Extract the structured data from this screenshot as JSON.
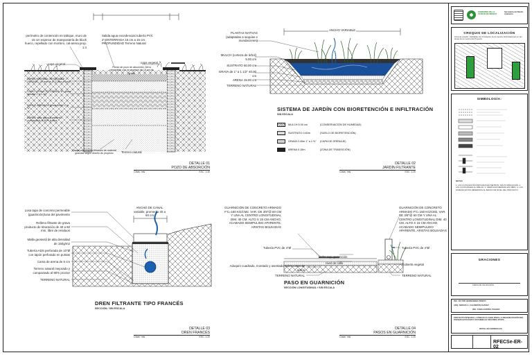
{
  "detail01": {
    "labels": {
      "perimetro": "perímetro de contención en tabique, muro de 15 cm espesor de mampostería de block hueco, repellado con mortero, cal-arena prop. 1:4",
      "salida": "Salida agua excedencias tubería PVC 2\" ENTERRADA 15 cm a 15 cm. PROFUNDIDAD Terreno Natural",
      "capa_vegetal_l": "capa vegetal",
      "capa_vegetal_r": "capa vegetal",
      "capa1": "CAPA 1 MATERIAL: VEGETABLE ORGANIC, 30 mm de Ø (2.5cm a 5cm)",
      "capa2": "CAPA 2 GRAVA TRITURADA: Ø+ grava tamaño 1\" a 1 1/2\"",
      "capa3": "CAPA 3: ARENA DE grava sílica ¼\" a ⅜\"",
      "capa4": "CAPA 4: sello arena y cemento compactado al 90% proctor",
      "center_note": "Fondo de pozo de absorción: tierra permeable con un espesor de 15 cm de grava",
      "in1": "CAPA 1",
      "in2": "CAPA 2",
      "in3": "CAPA 3",
      "in4": "CAPA 4",
      "capas_perm": "Capas permeables filtrantes de material granular según diseño de proyecto",
      "terreno": "Terreno natural"
    },
    "det_num": "DETALLE 01",
    "det_name": "POZO DE ABSORCIÓN",
    "cotas": "Cotas: mts",
    "esc": "ESC. 1:30"
  },
  "detail02": {
    "ancho": "ANCHO VARIABLE",
    "plantas": "PLANTAS NATIVAS (adaptadas a sequías e inundaciones)",
    "mulch": "MULCH (corteza de árbol) 5.00 cm",
    "sustrato": "SUSTRATO 60.00 cm",
    "grava": "GRAVA de 1\" a 1 1/2\" 40.00 cm",
    "arena": "ARENA 15.00 cm",
    "terreno": "TERRENO NATURAL",
    "title": "SISTEMA DE JARDÍN CON BIORETENCIÓN E INFILTRACIÓN",
    "subtitle": "SIN ESCALA",
    "legend": [
      {
        "name": "MULCH 5.00 cm",
        "desc": "(CONSERVACIÓN DE HUMEDAD)"
      },
      {
        "name": "SUSTRATO 0.60m",
        "desc": "(SUELO DE BIORETENCIÓN)"
      },
      {
        "name": "GRAVA 0.40m 1\" a 1 ½\"",
        "desc": "(CAPA DE DRENAJE)"
      },
      {
        "name": "ARENA 0.15m",
        "desc": "(ZONA DE TRANSICIÓN)"
      }
    ],
    "det_num": "DETALLE 02",
    "det_name": "JARDÍN FILTRANTE",
    "cotas": "Cotas: mts",
    "esc": "ESC. 1:20"
  },
  "detail03": {
    "losa": "Losa tapa de concreto permeable (guarnición)/una del pavimento",
    "relleno": "Relleno filtrante de grava producto de trituración de 40 a 60 mm, libre de residuos",
    "malla": "Malla geotextil de alta densidad de 150g/m2",
    "tuberia": "Tubería ADS perforada de 10\"Ø con tapón perforado en puntas",
    "cama": "Cama de arena de 5 cm",
    "terreno_mej": "Terreno natural mejorado y compactado al 90% proctor",
    "terreno": "TERRENO NATURAL",
    "ancho": "ANCHO DE CANAL variable, promedio 40 a 60 cm",
    "title": "DREN FILTRANTE TIPO FRANCÉS",
    "subtitle": "SECCIÓN / SIN ESCALA",
    "det_num": "DETALLE 03",
    "det_name": "DREN FRANCÉS",
    "cotas": "Cotas: mts",
    "esc": "ESC. 1:20"
  },
  "detail04": {
    "guarnicion_l": "GUARNICIÓN DE CONCRETO ARMADO F'C=150 KG/CM2. VAR. DE 3/8\"@ 60 CM Y UNA AL CENTRO LONGITUDINAL DIM. 40 CM. ALTO X 15 CM ANCHO, ACABADO SEMIPULIDO APARENTE, ARISTAS BOLEADAS",
    "guarnicion_r": "GUARNICIÓN DE CONCRETO ARMADO F'C=150 KG/CM2. VAR. DE 3/8\"@ 60 CM Y UNA AL CENTRO LONGITUDINAL DIM. 40 CM. ALTO X 15 CM ANCHO, ACABADO SEMIPULIDO APARENTE, ARISTAS BOLEADAS",
    "tubo_l": "Tubería PVC de 4\"Ø",
    "tubo_r": "Tubería PVC de 4\"Ø",
    "lecho": "lecho sup. guarnición",
    "nivel": "nivel de calle",
    "adoquin": "Adoquín cuadrado, montado y asentado sobre cama de arena",
    "terreno_l": "TERRENO NATURAL",
    "terreno_r": "TERRENO NATURAL",
    "cubierta": "Cubierta vegetal",
    "title": "PASO EN GUARNICIÓN",
    "subtitle": "SECCIÓN LONGITUDINAL / SIN ESCALA",
    "det_num": "DETALLE 04",
    "det_name": "PASOS EN GUARNICIÓN",
    "cotas": "Cotas: mts",
    "esc": "ESC. 1:20"
  },
  "titleblock": {
    "org_name": "GOBIERNO DE LA CIUDAD DE MÉXICO",
    "secretaria": "Secretaría del Medio Ambiente",
    "croquis": "CROQUIS DE LOCALIZACIÓN",
    "croquis_desc": "Zona de estudio: Vialidades de Circulación de la cuenca, Delimitaciones en las áreas de la cuenca del Proyecto.",
    "simbologia": "SIMBOLOGÍA:",
    "notas": "NOTAS",
    "notas_text": "1. LAS COTAS ESTÁN INDICADAS EN METROS, SALVO INDICACIÓN. 2. LAS COTAS RIGEN AL DIBUJO. 3. VERIFICAR MEDIDAS EN OBRA. 4. LOS NIVELES ESTÁN REFERIDOS AL BANCO DE NIVEL DEL PROYECTO.",
    "graciones": "GRACIONES",
    "firma": "FIRMA DE VALIDACIÓN",
    "autor1": "ING. VÍCTOR HERNÁNDEZ PRIETO",
    "autor2": "ARQ. SERGIO A. CALDERÓN CHAVEZ",
    "autor3": "ING. YUMA CORTÉS TOLEDO",
    "proyecto": "PROYECTO INTEGRAL A PRECIO ALZADO PARA LA REHABILITACIÓN DEL PARQUE ECOLÓGICO XOCHIMILCO SEGUNDA ETAPA",
    "plano": "DETALLES GENERALES",
    "clave": "RFECSe-ER-02"
  }
}
